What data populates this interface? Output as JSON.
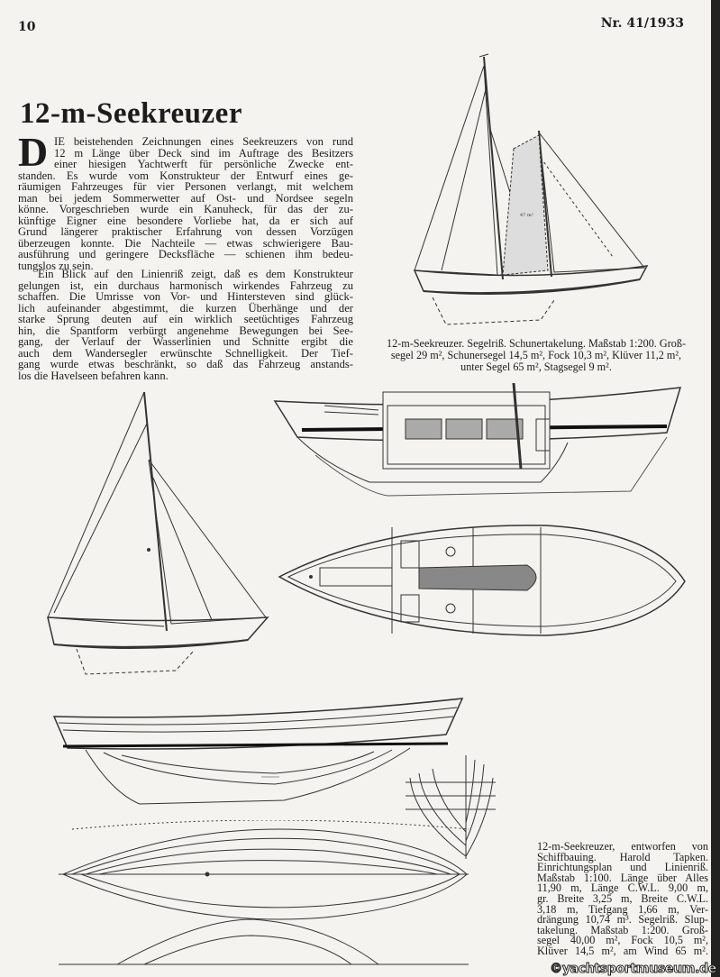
{
  "header": {
    "page_number": "10",
    "issue": "Nr. 41/1933"
  },
  "article": {
    "title": "12-m-Seekreuzer",
    "drop_cap": "D",
    "paragraph1_lines": [
      "IE beistehenden Zeichnungen eines Seekreuzers von rund",
      "12 m Länge über Deck sind im Auftrage des Besitzers",
      "einer hiesigen Yachtwerft für persönliche Zwecke ent-",
      "standen. Es wurde vom Konstrukteur der Entwurf eines ge-",
      "räumigen Fahrzeuges für vier Personen verlangt, mit welchem",
      "man bei jedem Sommerwetter auf Ost- und Nordsee segeln",
      "könne. Vorgeschrieben wurde ein Kanuheck, für das der zu-",
      "künftige Eigner eine besondere Vorliebe hat, da er sich auf",
      "Grund längerer praktischer Erfahrung von dessen Vorzügen",
      "überzeugen konnte. Die Nachteile — etwas schwierigere Bau-",
      "ausführung und geringere Decksfläche — schienen ihm bedeu-",
      "tungslos zu sein."
    ],
    "paragraph2_lines": [
      "Ein Blick auf den Linienriß zeigt, daß es dem Konstrukteur",
      "gelungen ist, ein durchaus harmonisch wirkendes Fahrzeug zu",
      "schaffen. Die Umrisse von Vor- und Hintersteven sind glück-",
      "lich aufeinander abgestimmt, die kurzen Überhänge und der",
      "starke Sprung deuten auf ein wirklich seetüchtiges Fahrzeug",
      "hin, die Spantform verbürgt angenehme Bewegungen bei See-",
      "gang, der Verlauf der Wasserlinien und Schnitte ergibt die",
      "auch dem Wandersegler erwünschte Schnelligkeit. Der Tief-",
      "gang wurde etwas beschränkt, so daß das Fahrzeug anstands-",
      "los die Havelseen befahren kann."
    ]
  },
  "figures": {
    "schooner_sail_label": "47 m²",
    "caption1_lines": [
      "12-m-Seekreuzer. Segelriß. Schunertakelung. Maßstab 1:200. Groß-",
      "segel 29 m², Schunersegel 14,5 m², Fock 10,3 m², Klüver 11,2 m²,",
      "unter Segel 65 m², Stagsegel 9 m²."
    ],
    "caption2_lines": [
      "12-m-Seekreuzer, entworfen von",
      "Schiffbauing. Harold Tapken.",
      "Einrichtungsplan und Linienriß.",
      "Maßstab 1:100. Länge über Alles",
      "11,90 m, Länge C.W.L. 9,00 m,",
      "gr. Breite 3,25 m, Breite C.W.L.",
      "3,18 m, Tiefgang 1,66 m, Ver-",
      "drängung 10,74 m³. Segelriß. Slup-",
      "takelung. Maßstab 1:200. Groß-",
      "segel 40,00 m², Fock 10,5 m²,",
      "Klüver 14,5 m², am Wind 65 m²."
    ]
  },
  "watermark": "©yachtsportmuseum.de"
}
